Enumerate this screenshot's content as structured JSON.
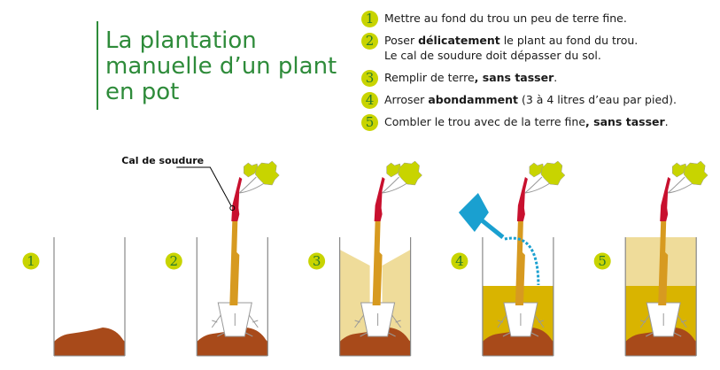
{
  "title": {
    "lines": [
      "La plantation",
      "manuelle d’un plant",
      "en pot"
    ]
  },
  "steps": [
    {
      "num": "1",
      "parts": [
        {
          "t": "Mettre au fond du trou un peu de terre fine.",
          "b": false
        }
      ]
    },
    {
      "num": "2",
      "parts": [
        {
          "t": "Poser ",
          "b": false
        },
        {
          "t": "délicatement",
          "b": true
        },
        {
          "t": " le plant au fond du trou.",
          "b": false
        }
      ],
      "line2": "Le cal de soudure doit dépasser du sol."
    },
    {
      "num": "3",
      "parts": [
        {
          "t": "Remplir de terre",
          "b": false
        },
        {
          "t": ", sans tasser",
          "b": true
        },
        {
          "t": ".",
          "b": false
        }
      ]
    },
    {
      "num": "4",
      "parts": [
        {
          "t": "Arroser ",
          "b": false
        },
        {
          "t": "abondamment",
          "b": true
        },
        {
          "t": " (3 à 4 litres d’eau par pied).",
          "b": false
        }
      ]
    },
    {
      "num": "5",
      "parts": [
        {
          "t": "Combler le trou avec de la terre fine",
          "b": false
        },
        {
          "t": ", sans tasser",
          "b": true
        },
        {
          "t": ".",
          "b": false
        }
      ]
    }
  ],
  "diagram": {
    "callout": "Cal de soudure",
    "panels": [
      "1",
      "2",
      "3",
      "4",
      "5"
    ]
  },
  "colors": {
    "green": "#2e8b3a",
    "badge": "#c8d400",
    "soil": "#a84a1a",
    "stem": "#d79a20",
    "graft": "#c8102e",
    "leaf": "#c8d400",
    "loose_soil": "#efdc9a",
    "wet_soil": "#d9b400",
    "water": "#1aa0d0"
  }
}
